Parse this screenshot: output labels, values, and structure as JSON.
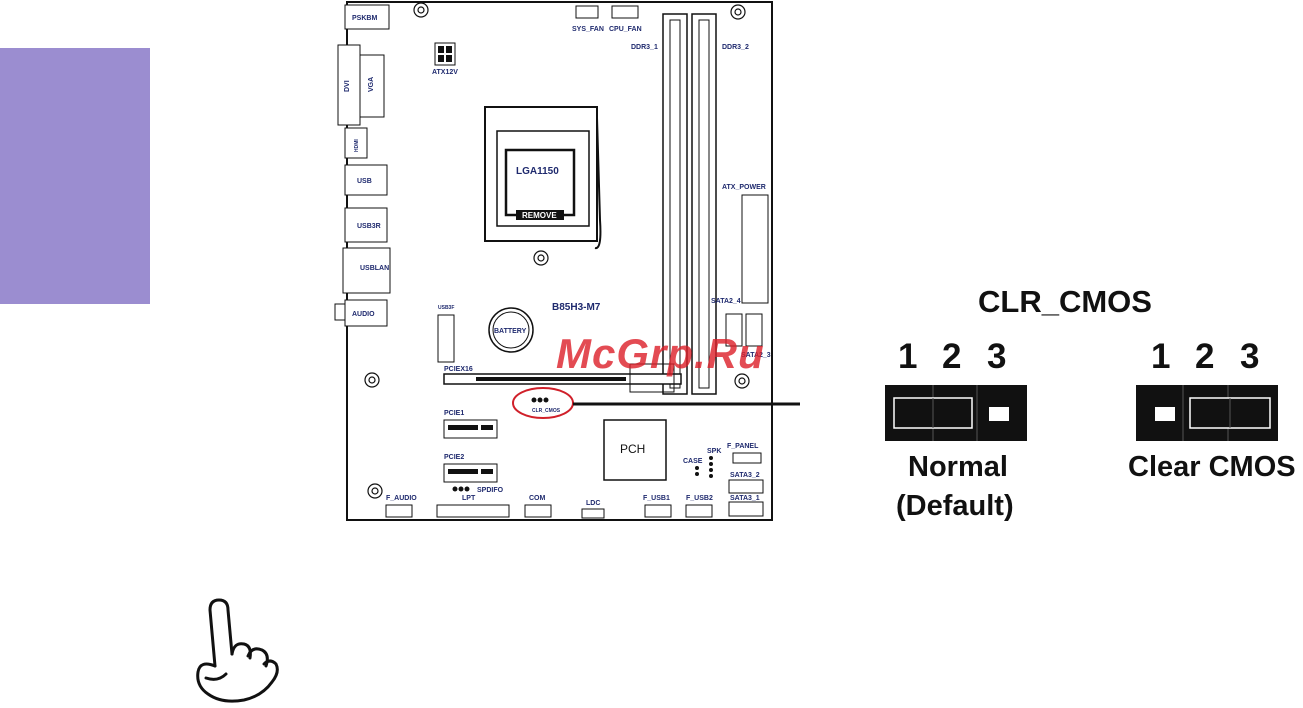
{
  "board": {
    "model": "B85H3-M7",
    "socket": "LGA1150",
    "remove": "REMOVE",
    "pch": "PCH",
    "labels": {
      "pskbm": "PSKBM",
      "atx12v": "ATX12V",
      "sys_fan": "SYS_FAN",
      "cpu_fan": "CPU_FAN",
      "ddr3_1": "DDR3_1",
      "ddr3_2": "DDR3_2",
      "dvi": "DVI",
      "vga": "VGA",
      "hdmi": "HDMI",
      "usb": "USB",
      "usb3r": "USB3R",
      "usblan": "USBLAN",
      "audio": "AUDIO",
      "usb3f": "USB3F",
      "battery": "BATTERY",
      "atx_power": "ATX_POWER",
      "sata2_4": "SATA2_4",
      "sata2_3": "SATA2_3",
      "pciex16": "PCIEX16",
      "clr_cmos": "CLR_CMOS",
      "pcie1": "PCIE1",
      "pcie2": "PCIE2",
      "spdifo": "SPDIFO",
      "spk": "SPK",
      "case": "CASE",
      "f_panel": "F_PANEL",
      "sata3_2": "SATA3_2",
      "sata3_1": "SATA3_1",
      "f_audio": "F_AUDIO",
      "lpt": "LPT",
      "com": "COM",
      "ldc": "LDC",
      "f_usb1": "F_USB1",
      "f_usb2": "F_USB2"
    }
  },
  "jumper": {
    "title": "CLR_CMOS",
    "pins": [
      "1",
      "2",
      "3"
    ],
    "normal_line1": "Normal",
    "normal_line2": "(Default)",
    "clear": "Clear CMOS"
  },
  "watermark": "McGrp.Ru",
  "colors": {
    "side_tab": "#9b8dd0",
    "board_label": "#1f2a6e",
    "highlight": "#d0202a"
  }
}
